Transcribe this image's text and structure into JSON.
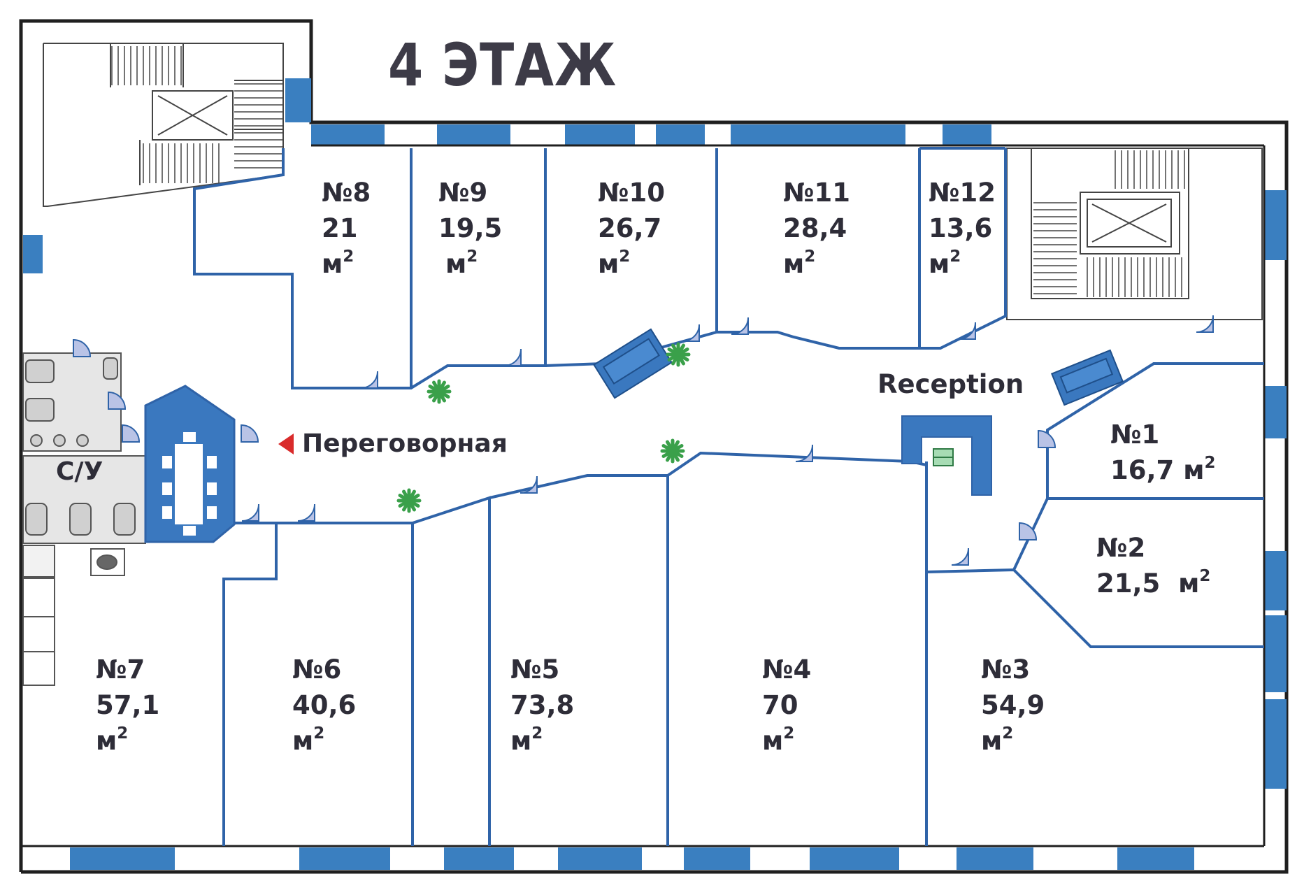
{
  "floor_title": "4 ЭТАЖ",
  "rooms": [
    {
      "number": "№1",
      "area": "16,7",
      "unit": "м"
    },
    {
      "number": "№2",
      "area": "21,5",
      "unit": "м"
    },
    {
      "number": "№3",
      "area": "54,9",
      "unit": "м"
    },
    {
      "number": "№4",
      "area": "70",
      "unit": "м"
    },
    {
      "number": "№5",
      "area": "73,8",
      "unit": "м"
    },
    {
      "number": "№6",
      "area": "40,6",
      "unit": "м"
    },
    {
      "number": "№7",
      "area": "57,1",
      "unit": "м"
    },
    {
      "number": "№8",
      "area": "21",
      "unit": "м"
    },
    {
      "number": "№9",
      "area": "19,5",
      "unit": "м"
    },
    {
      "number": "№10",
      "area": "26,7",
      "unit": "м"
    },
    {
      "number": "№11",
      "area": "28,4",
      "unit": "м"
    },
    {
      "number": "№12",
      "area": "13,6",
      "unit": "м"
    }
  ],
  "unit_exponent": "2",
  "reception_label": "Reception",
  "meeting_room_label": "Переговорная",
  "wc_label": "С/У",
  "colors": {
    "wall": "#1f1f1f",
    "partition": "#2f63a8",
    "window": "#3a7fc0",
    "meeting_fill": "#3a78bf",
    "plant": "#3aa04a",
    "marker": "#d92b2b",
    "door": "#b9c3e6",
    "service_fill": "#e6e6e6"
  }
}
